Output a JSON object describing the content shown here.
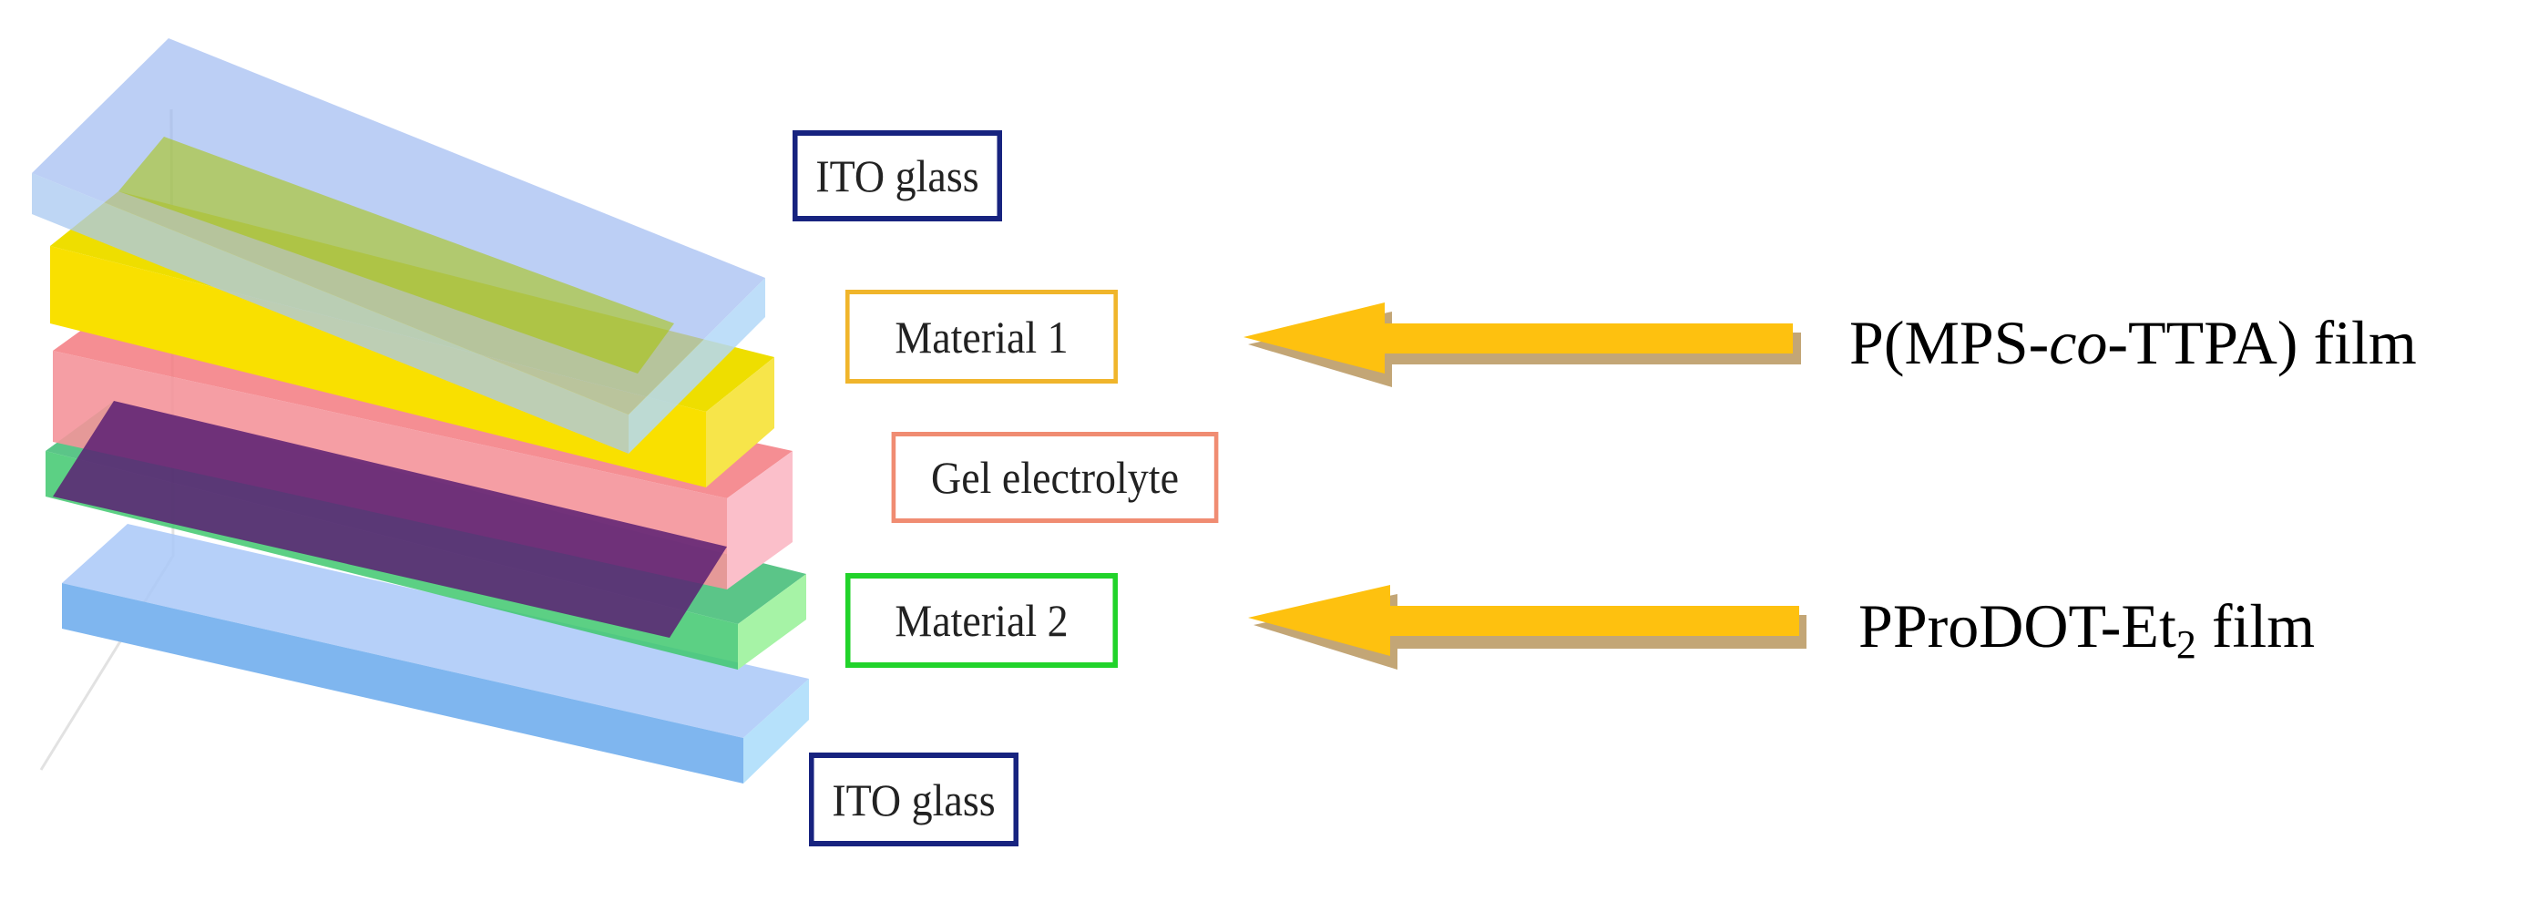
{
  "layers": [
    {
      "name": "ITO glass",
      "color": "#9dbef0"
    },
    {
      "name": "Material 1",
      "color": "#f5e000"
    },
    {
      "name": "Gel electrolyte",
      "color": "#f8888e"
    },
    {
      "name": "Material 2",
      "color": "#66dc8a"
    },
    {
      "name": "ITO glass",
      "color": "#9dc8f4"
    }
  ],
  "labels": {
    "ito_top": "ITO glass",
    "material1": "Material 1",
    "gel": "Gel electrolyte",
    "material2": "Material 2",
    "ito_bottom": "ITO glass"
  },
  "label_border_colors": {
    "ito": "#17237f",
    "material1": "#f0b52b",
    "gel": "#f08c72",
    "material2": "#21d32a"
  },
  "captions": {
    "top": {
      "before": "P(MPS-",
      "italic": "co",
      "after": "-TTPA) film"
    },
    "bottom": {
      "main": "PProDOT-Et",
      "subscript": "2",
      "after": " film"
    }
  },
  "arrow_color": "#fec10f",
  "arrow_shadow_color": "#c3a676"
}
